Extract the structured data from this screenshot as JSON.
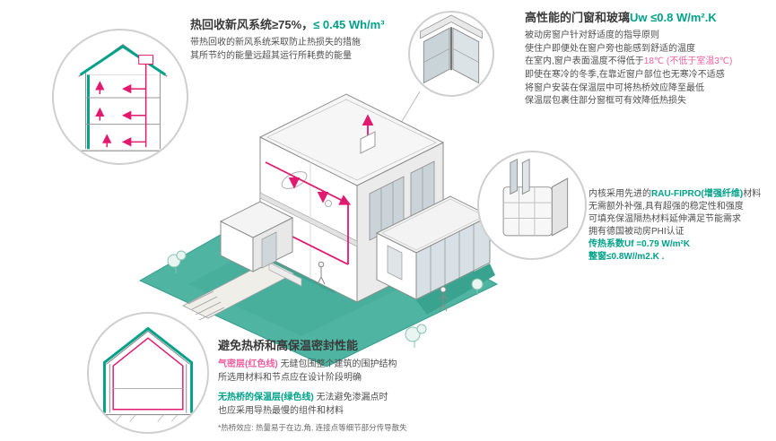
{
  "colors": {
    "teal": "#00a189",
    "pink": "#ee5fa0",
    "duct": "#e2196e",
    "ground": "#4fb5a2"
  },
  "heat_recovery": {
    "title_black": "热回收新风系统≥75%，",
    "title_green": "≤ 0.45 Wh/m³",
    "line1": "带热回收的新风系统采取防止热损失的措施",
    "line2": "其所节约的能量远超其运行所耗费的能量"
  },
  "windows_glass": {
    "title_black": "高性能的门窗和玻璃",
    "title_green": "Uw ≤0.8 W/m².K",
    "line1": "被动房窗户针对舒适度的指导原则",
    "line2": "使住户即便处在窗户旁也能感到舒适的温度",
    "line3_pre": "在室内,窗户表面温度不得低于",
    "line3_temp": "18℃",
    "line3_note": " (不低于室温3℃)",
    "line4": "即使在寒冷的冬季,在靠近窗户部位也无寒冷不适感",
    "line5": "将窗户安装在保温层中可将热桥效应降至最低",
    "line6": "保温层包裹住部分窗框可有效降低热损失"
  },
  "frame_material": {
    "line1_pre": "内核采用先进的",
    "line1_green": "RAU-FIPRO(增强纤维)",
    "line1_post": "材料",
    "line2": "无需额外补强,具有超强的稳定性和强度",
    "line3": "可填充保温隔热材料延伸满足节能需求",
    "line4": "拥有德国被动房PHI认证",
    "line5": "传热系数Uf =0.79 W/m²K",
    "line6": "整窗≤0.8W//m2.K ."
  },
  "thermal_bridge": {
    "title": "避免热桥和高保温密封性能",
    "red_label": "气密层(红色线)",
    "line1_rest": " 无缝包围整个建筑的围护结构",
    "line2": "所选用材料和节点应在设计阶段明确",
    "green_label": "无热桥的保温层(绿色线)",
    "line3_rest": " 无法避免渗漏点时",
    "line4": "也应采用导热最慢的组件和材料",
    "footnote": "*热桥效应: 热量易于在边,角, 连接点等细节部分传导散失"
  }
}
